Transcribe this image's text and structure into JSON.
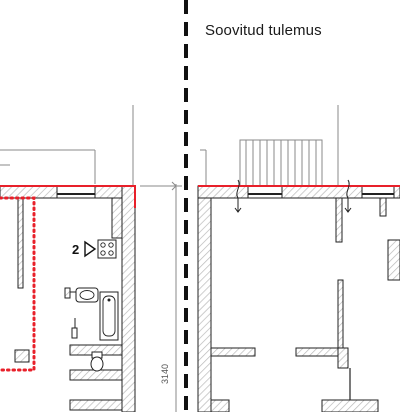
{
  "title": "Soovitud tulemus",
  "marker": {
    "label": "2"
  },
  "dimension": {
    "label": "3140"
  },
  "colors": {
    "wall_outline": "#222222",
    "wall_hatch": "#b9b9b9",
    "exterior_highlight": "#e8202a",
    "dotted_outline": "#e8202a",
    "divider": "#111111",
    "thin_line": "#8a8a8a"
  },
  "icons": [
    "stove-icon",
    "sink-icon",
    "bathtub-icon",
    "toilet-icon",
    "arrow-marker-icon",
    "window-icon"
  ]
}
